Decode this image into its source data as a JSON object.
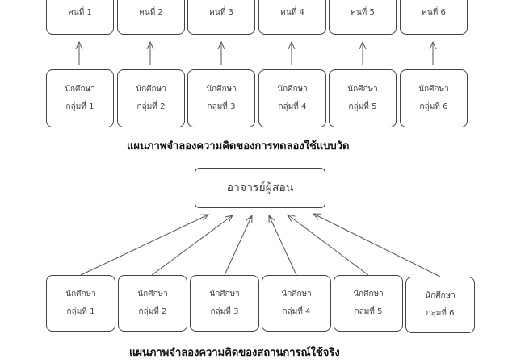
{
  "top_row": [
    {
      "label": "คนที่ 1"
    },
    {
      "label": "คนที่ 2"
    },
    {
      "label": "คนที่ 3"
    },
    {
      "label": "คนที่ 4"
    },
    {
      "label": "คนที่ 5"
    },
    {
      "label": "คนที่ 6"
    }
  ],
  "groups_experiment": [
    {
      "line1": "นักศึกษา",
      "line2": "กลุ่มที่ 1"
    },
    {
      "line1": "นักศึกษา",
      "line2": "กลุ่มที่ 2"
    },
    {
      "line1": "นักศึกษา",
      "line2": "กลุ่มที่ 3"
    },
    {
      "line1": "นักศึกษา",
      "line2": "กลุ่มที่ 4"
    },
    {
      "line1": "นักศึกษา",
      "line2": "กลุ่มที่ 5"
    },
    {
      "line1": "นักศึกษา",
      "line2": "กลุ่มที่ 6"
    }
  ],
  "caption_experiment": "แผนภาพจำลองความคิดของการทดลองใช้แบบวัด",
  "teacher": "อาจารย์ผู้สอน",
  "groups_real": [
    {
      "line1": "นักศึกษา",
      "line2": "กลุ่มที่ 1"
    },
    {
      "line1": "นักศึกษา",
      "line2": "กลุ่มที่ 2"
    },
    {
      "line1": "นักศึกษา",
      "line2": "กลุ่มที่ 3"
    },
    {
      "line1": "นักศึกษา",
      "line2": "กลุ่มที่ 4"
    },
    {
      "line1": "นักศึกษา",
      "line2": "กลุ่มที่ 5"
    },
    {
      "line1": "นักศึกษา",
      "line2": "กลุ่มที่ 6"
    }
  ],
  "caption_real": "แผนภาพจำลองความคิดของสถานการณ์ใช้จริง"
}
